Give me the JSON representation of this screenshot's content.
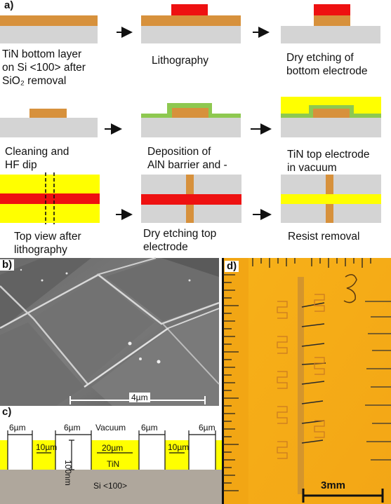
{
  "panels": {
    "a": "a)",
    "b": "b)",
    "c": "c)",
    "d": "d)"
  },
  "steps": [
    {
      "label": "TiN bottom  layer\non Si <100> after\nSiO₂ removal"
    },
    {
      "label": "Lithography"
    },
    {
      "label": "Dry etching of\nbottom electrode"
    },
    {
      "label": "Cleaning and\nHF dip"
    },
    {
      "label": "Deposition of\nAlN barrier and -"
    },
    {
      "label": "TiN top electrode\nin vacuum"
    },
    {
      "label": "Top view after\nlithography"
    },
    {
      "label": "Dry etching top\nelectrode"
    },
    {
      "label": "Resist removal"
    }
  ],
  "sem": {
    "scale": "4µm"
  },
  "cross_section": {
    "gaps": [
      "6µm",
      "6µm",
      "6µm",
      "6µm"
    ],
    "vacuum": "Vacuum",
    "widths": [
      "10µm",
      "20µm",
      "10µm"
    ],
    "thickness": "100nm",
    "material": "TiN",
    "substrate": "Si <100>"
  },
  "photo": {
    "scale": "3mm"
  },
  "colors": {
    "substrate": "#d4d4d4",
    "tin": "#d7913c",
    "resist": "#ee1111",
    "aln": "#8ec850",
    "yellow": "#ffff00"
  }
}
